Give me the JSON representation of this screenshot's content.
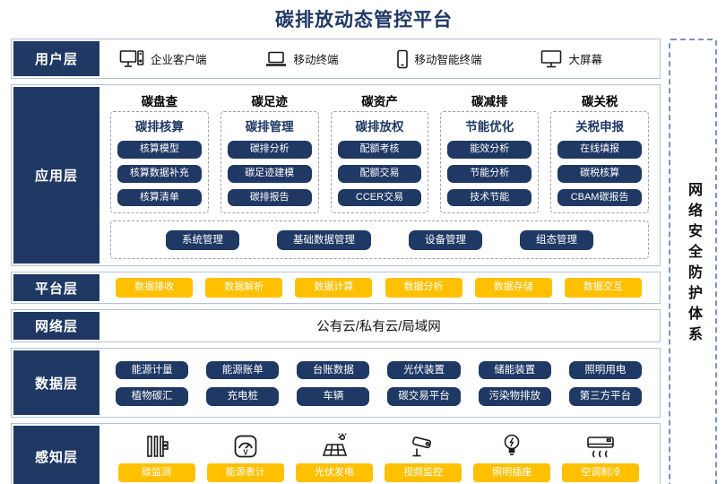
{
  "title": "碳排放动态管控平台",
  "sidebar": {
    "label": "网络安全防护体系"
  },
  "colors": {
    "navy": "#1F3864",
    "amber": "#FFC000",
    "layer_border": "#B5C1D6"
  },
  "layers": {
    "user": {
      "label": "用户层",
      "items": [
        {
          "icon": "desktop-icon",
          "label": "企业客户端"
        },
        {
          "icon": "laptop-icon",
          "label": "移动终端"
        },
        {
          "icon": "phone-icon",
          "label": "移动智能终端"
        },
        {
          "icon": "big-screen-icon",
          "label": "大屏幕"
        }
      ]
    },
    "application": {
      "label": "应用层",
      "columns": [
        {
          "header": "碳盘查",
          "subheader": "碳排核算",
          "buttons": [
            "核算模型",
            "核算数据补充",
            "核算清单"
          ]
        },
        {
          "header": "碳足迹",
          "subheader": "碳排管理",
          "buttons": [
            "碳排分析",
            "碳足迹建模",
            "碳排报告"
          ]
        },
        {
          "header": "碳资产",
          "subheader": "碳排放权",
          "buttons": [
            "配额考核",
            "配额交易",
            "CCER交易"
          ]
        },
        {
          "header": "碳减排",
          "subheader": "节能优化",
          "buttons": [
            "能效分析",
            "节能分析",
            "技术节能"
          ]
        },
        {
          "header": "碳关税",
          "subheader": "关税申报",
          "buttons": [
            "在线填报",
            "碳税核算",
            "CBAM碳报告"
          ]
        }
      ],
      "common_buttons": [
        "系统管理",
        "基础数据管理",
        "设备管理",
        "组态管理"
      ]
    },
    "platform": {
      "label": "平台层",
      "buttons": [
        "数据接收",
        "数据解析",
        "数据计算",
        "数据分析",
        "数据存储",
        "数据交互"
      ]
    },
    "network": {
      "label": "网络层",
      "content": "公有云/私有云/局域网"
    },
    "data": {
      "label": "数据层",
      "rows": [
        [
          "能源计量",
          "能源账单",
          "台账数据",
          "光伏装置",
          "储能装置",
          "照明用电"
        ],
        [
          "植物碳汇",
          "充电桩",
          "车辆",
          "碳交易平台",
          "污染物排放",
          "第三方平台"
        ]
      ]
    },
    "perception": {
      "label": "感知层",
      "items": [
        {
          "icon": "carbon-monitor-icon",
          "label": "碳监测"
        },
        {
          "icon": "energy-meter-icon",
          "label": "能源表计"
        },
        {
          "icon": "solar-power-icon",
          "label": "光伏发电"
        },
        {
          "icon": "cctv-camera-icon",
          "label": "视频监控"
        },
        {
          "icon": "light-bulb-icon",
          "label": "照明插座"
        },
        {
          "icon": "air-conditioner-icon",
          "label": "空调制冷"
        }
      ]
    }
  }
}
